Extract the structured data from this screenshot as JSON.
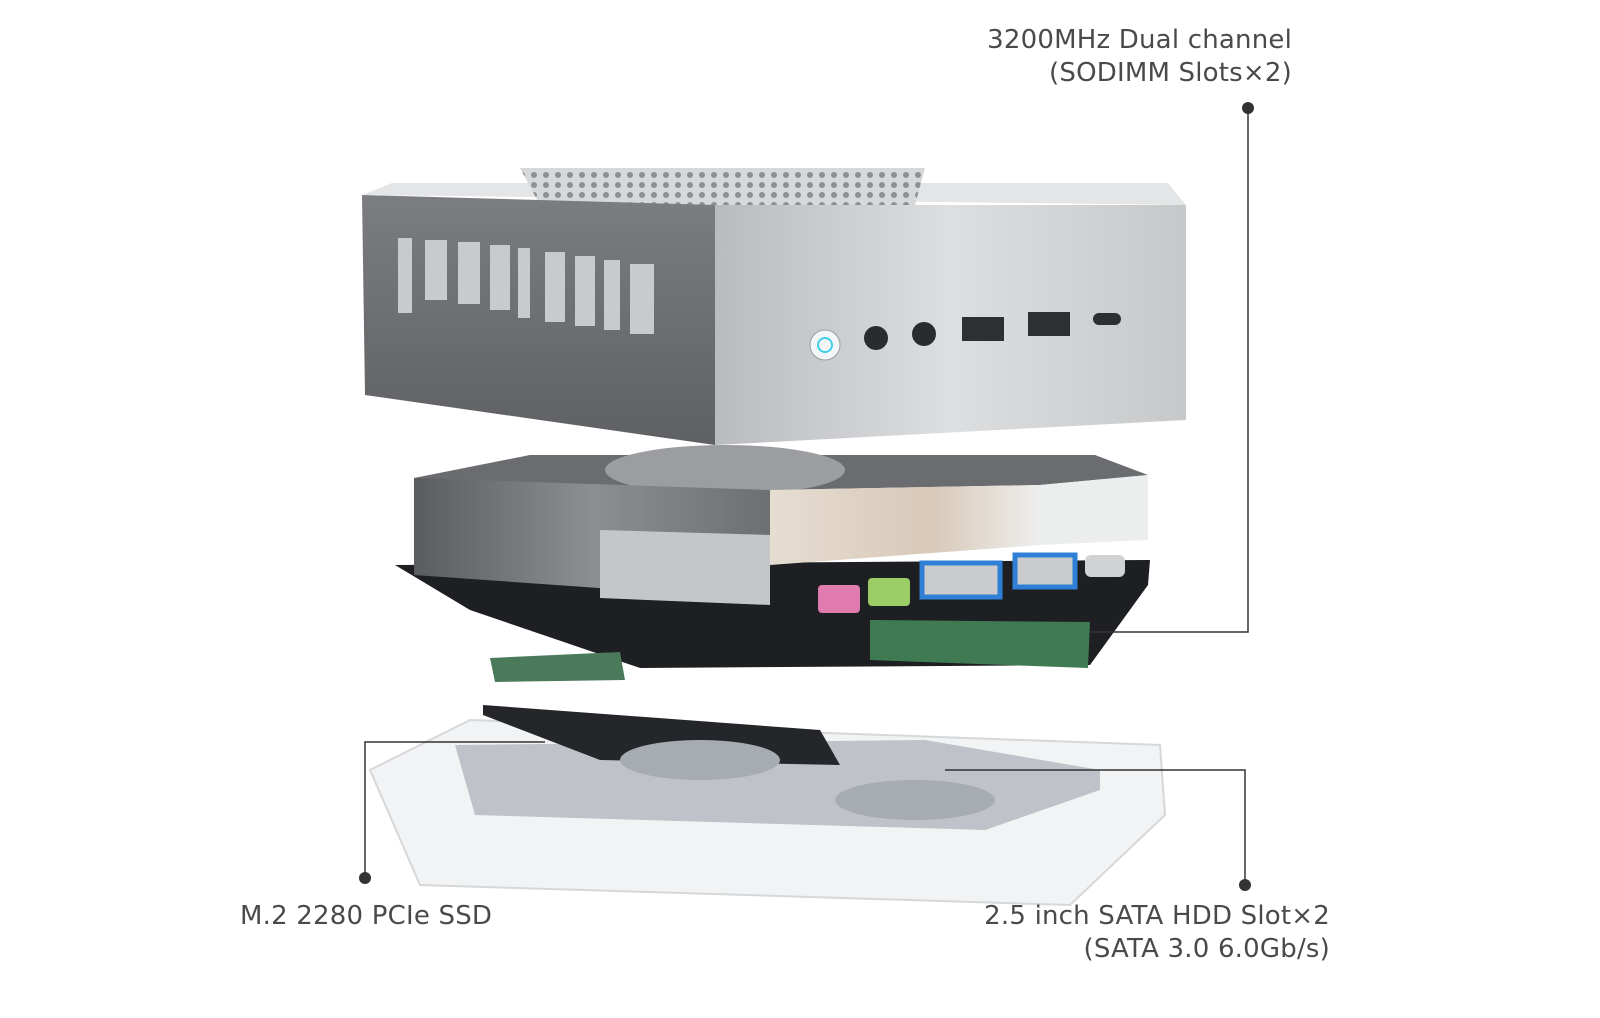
{
  "callouts": {
    "memory": {
      "line1": "3200MHz Dual channel",
      "line2": "(SODIMM Slots×2)"
    },
    "ssd": {
      "line1": "M.2 2280 PCIe SSD"
    },
    "hdd": {
      "line1": "2.5 inch SATA HDD Slot×2",
      "line2": "(SATA 3.0 6.0Gb/s)"
    }
  },
  "colors": {
    "text": "#4a4a4a",
    "leader_line": "#333333",
    "case_light": "#c9cbcd",
    "case_dark": "#6e7073",
    "power_led": "#3fd0e6",
    "usb_blue": "#2f7fd6",
    "audio_pink": "#e07bb0",
    "audio_green": "#9ccc65",
    "pcb": "#1e1f22",
    "tray": "#f2f3f4"
  }
}
